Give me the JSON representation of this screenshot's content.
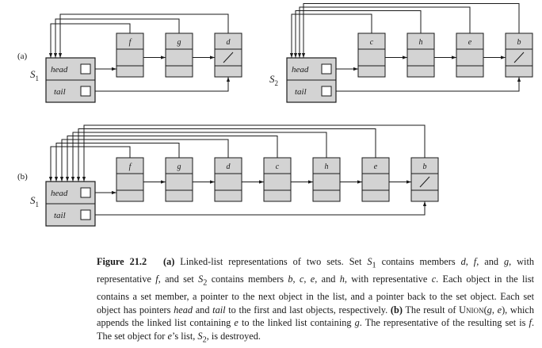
{
  "diagram": {
    "part_a": {
      "label": "(a)",
      "sets": [
        {
          "name": "S",
          "sub": "1",
          "head_label": "head",
          "tail_label": "tail",
          "members": [
            "f",
            "g",
            "d"
          ]
        },
        {
          "name": "S",
          "sub": "2",
          "head_label": "head",
          "tail_label": "tail",
          "members": [
            "c",
            "h",
            "e",
            "b"
          ]
        }
      ]
    },
    "part_b": {
      "label": "(b)",
      "set": {
        "name": "S",
        "sub": "1",
        "head_label": "head",
        "tail_label": "tail",
        "members": [
          "f",
          "g",
          "d",
          "c",
          "h",
          "e",
          "b"
        ]
      }
    },
    "colors": {
      "box_fill": "#d3d3d3",
      "set_fill": "#c8c8c8",
      "line": "#1a1a1a"
    }
  },
  "caption": {
    "fig_label": "Figure 21.2",
    "part_a_label": "(a)",
    "t1": "Linked-list representations of two sets. Set ",
    "t2": " contains members ",
    "t3": ", and ",
    "t4": ", with representative ",
    "t5": ", and set ",
    "t6": " contains members ",
    "t7": ", and ",
    "t8": ", with representative ",
    "t9": ". Each object in the list contains a set member, a pointer to the next object in the list, and a pointer back to the set object. Each set object has pointers ",
    "head_word": "head",
    "t10": " and ",
    "tail_word": "tail",
    "t11": " to the first and last objects, respectively. ",
    "part_b_label": "(b)",
    "t12": " The result of ",
    "union_op": "Union",
    "t13": ", which appends the linked list containing ",
    "t14": " to the linked list containing ",
    "t15": ". The representative of the resulting set is ",
    "t16": ". The set object for ",
    "t17": "’s list, ",
    "t18": ", is destroyed."
  }
}
